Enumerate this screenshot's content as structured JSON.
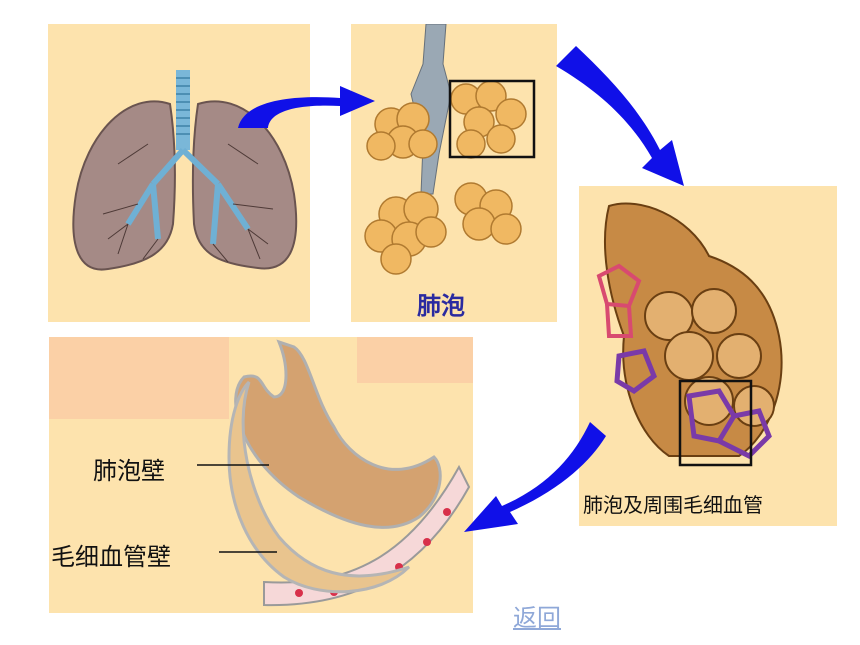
{
  "panels": {
    "alveolus_label": "肺泡",
    "alveolus_capillary_label": "肺泡及周围毛细血管",
    "alveolar_wall_label": "肺泡壁",
    "capillary_wall_label": "毛细血管壁"
  },
  "nav": {
    "back_link": "返回"
  },
  "colors": {
    "panel_bg": "#fde3ad",
    "arrow": "#1010e8",
    "link": "#8fa8d8"
  }
}
